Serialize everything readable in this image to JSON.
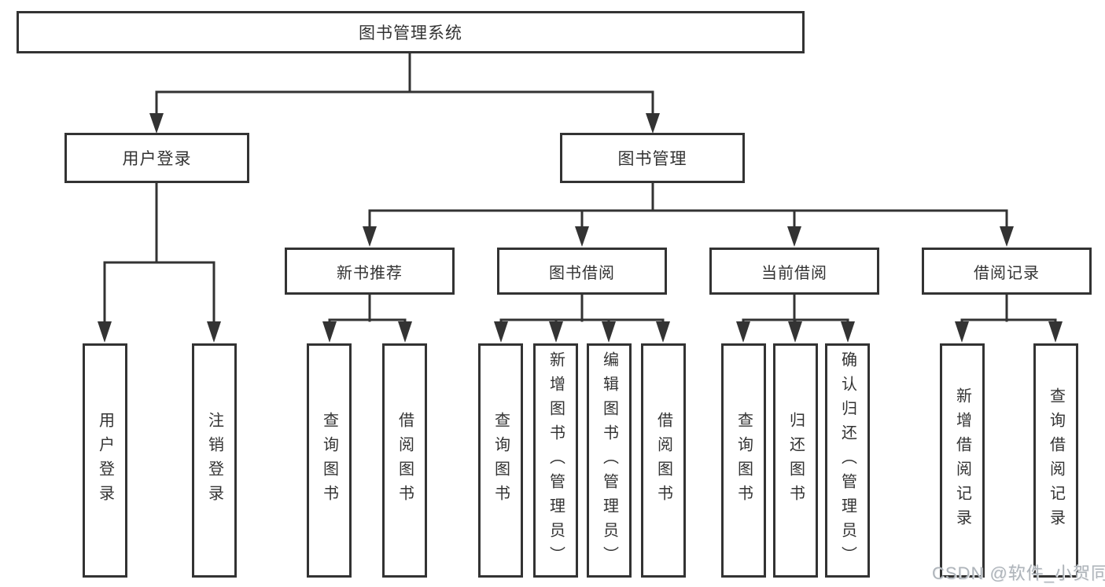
{
  "diagram_title": "图书管理系统",
  "colors": {
    "line": "#333333",
    "text": "#333333",
    "box_background": "#ffffff",
    "page_background": "#ffffff",
    "watermark": "#aeb4ba"
  },
  "nodes": {
    "root": {
      "label": "图书管理系统"
    },
    "user_login": {
      "label": "用户登录"
    },
    "book_management": {
      "label": "图书管理"
    },
    "new_book_recommend": {
      "label": "新书推荐"
    },
    "book_borrow": {
      "label": "图书借阅"
    },
    "current_borrow": {
      "label": "当前借阅"
    },
    "borrow_records": {
      "label": "借阅记录"
    },
    "leaf_user_login": {
      "label": "用户登录"
    },
    "leaf_logout": {
      "label": "注销登录"
    },
    "leaf_query_books_recommend": {
      "label": "查询图书"
    },
    "leaf_borrow_books_recommend": {
      "label": "借阅图书"
    },
    "leaf_query_books_borrow": {
      "label": "查询图书"
    },
    "leaf_add_book_admin": {
      "label": "新增图书（管理员）"
    },
    "leaf_edit_book_admin": {
      "label": "编辑图书（管理员）"
    },
    "leaf_borrow_books_borrow": {
      "label": "借阅图书"
    },
    "leaf_query_books_current": {
      "label": "查询图书"
    },
    "leaf_return_books": {
      "label": "归还图书"
    },
    "leaf_confirm_return_admin": {
      "label": "确认归还（管理员）"
    },
    "leaf_add_borrow_record": {
      "label": "新增借阅记录"
    },
    "leaf_query_borrow_record": {
      "label": "查询借阅记录"
    }
  },
  "hierarchy": {
    "图书管理系统": {
      "用户登录": [
        "用户登录",
        "注销登录"
      ],
      "图书管理": {
        "新书推荐": [
          "查询图书",
          "借阅图书"
        ],
        "图书借阅": [
          "查询图书",
          "新增图书（管理员）",
          "编辑图书（管理员）",
          "借阅图书"
        ],
        "当前借阅": [
          "查询图书",
          "归还图书",
          "确认归还（管理员）"
        ],
        "借阅记录": [
          "新增借阅记录",
          "查询借阅记录"
        ]
      }
    }
  },
  "watermark": {
    "text": "CSDN @软件_小贺同学"
  }
}
